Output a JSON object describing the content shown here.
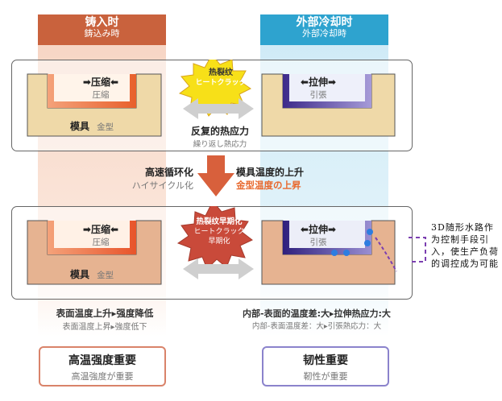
{
  "left_header": {
    "title": "铸入时",
    "subtitle": "鋳込み時"
  },
  "right_header": {
    "title": "外部冷却时",
    "subtitle": "外部冷却時"
  },
  "top": {
    "compress_label": "压缩",
    "compress_sub": "圧縮",
    "tension_label": "拉伸",
    "tension_sub": "引張",
    "burst_line1": "热裂纹",
    "burst_line2": "ヒートクラック",
    "mold_label": "模具",
    "mold_sub": "金型",
    "cycle_label": "反复的热应力",
    "cycle_sub": "繰り返し熱応力"
  },
  "middle": {
    "left_label": "高速循环化",
    "left_sub": "ハイサイクル化",
    "right_label": "模具温度的上升",
    "right_sub": "金型温度の上昇"
  },
  "bottom_panel": {
    "compress_label": "压缩",
    "compress_sub": "圧縮",
    "tension_label": "拉伸",
    "tension_sub": "引張",
    "burst_line1": "热裂纹早期化",
    "burst_line2": "ヒートクラック",
    "burst_line3": "早期化",
    "mold_label": "模具",
    "mold_sub": "金型"
  },
  "notes": {
    "left_line1": "表面温度上升▸强度降低",
    "left_line2": "表面温度上昇▸強度低下",
    "right_line1": "内部-表面的温度差:大▸拉伸热应力:大",
    "right_line2": "内部-表面温度差：大▸引張熱応力：大"
  },
  "boxes": {
    "left_title": "高温强度重要",
    "left_sub": "高温強度が重要",
    "right_title": "韧性重要",
    "right_sub": "靭性が重要"
  },
  "annotation": "3D随形水路作为控制手段引入，使生产负荷的调控成为可能",
  "colors": {
    "left_accent": "#c9623d",
    "right_accent": "#2ea3cf",
    "burst": "#f7e018",
    "burst_late": "#c94a3a",
    "arrow": "#d8603c"
  }
}
